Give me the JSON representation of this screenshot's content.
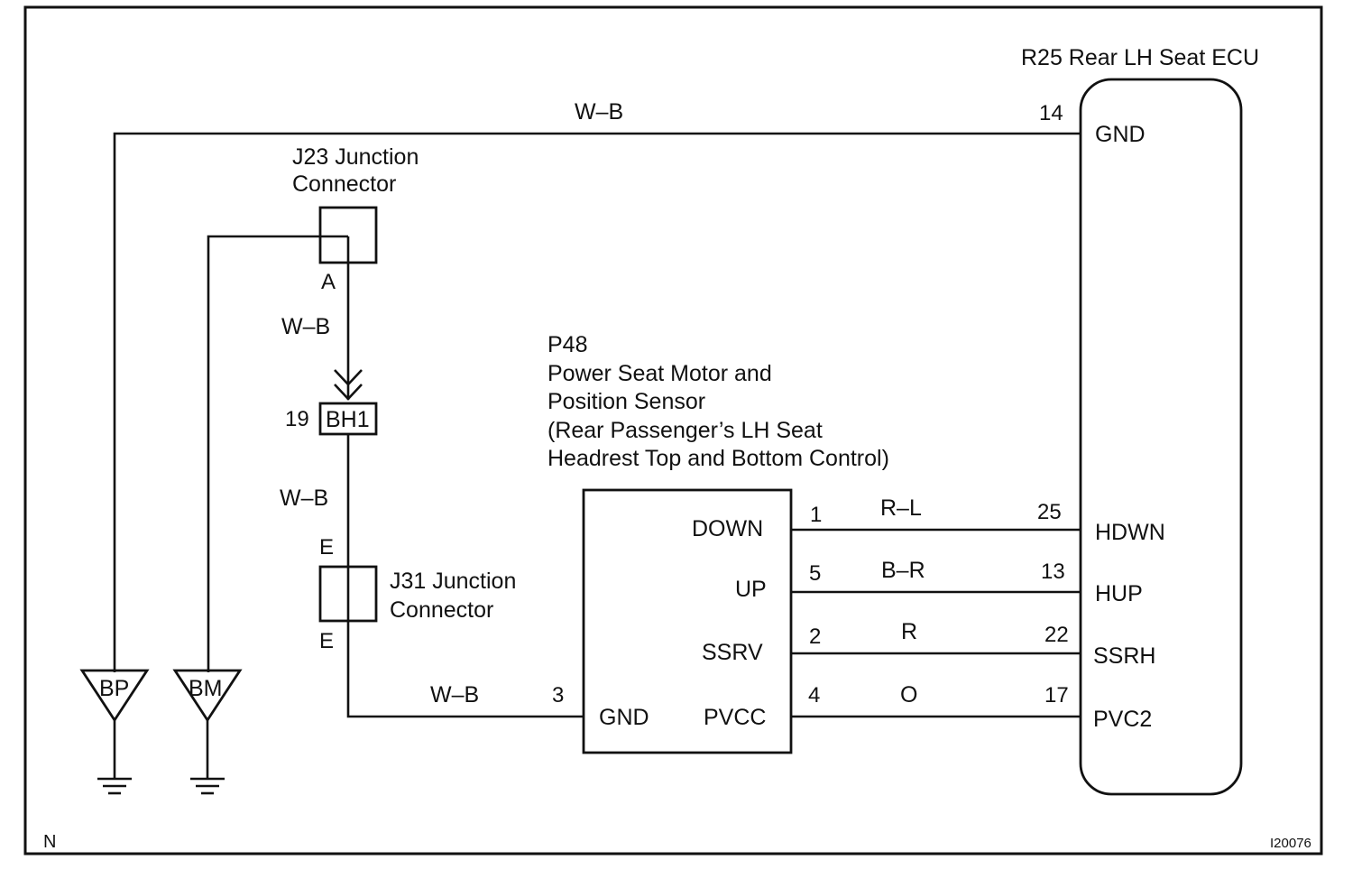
{
  "frame": {
    "corner_code": "N",
    "figure_id": "I20076"
  },
  "ecu": {
    "title": "R25 Rear LH Seat ECU",
    "pins": [
      {
        "num": "14",
        "name": "GND"
      },
      {
        "num": "25",
        "name": "HDWN"
      },
      {
        "num": "13",
        "name": "HUP"
      },
      {
        "num": "22",
        "name": "SSRH"
      },
      {
        "num": "17",
        "name": "PVC2"
      }
    ]
  },
  "motor": {
    "code": "P48",
    "title_lines": [
      "Power Seat Motor and",
      "Position Sensor",
      "(Rear Passenger’s LH Seat",
      "Headrest Top and Bottom Control)"
    ],
    "pins": [
      {
        "num": "1",
        "name": "DOWN"
      },
      {
        "num": "5",
        "name": "UP"
      },
      {
        "num": "2",
        "name": "SSRV"
      },
      {
        "num": "4",
        "name": "PVCC"
      },
      {
        "num": "3",
        "name": "GND"
      }
    ]
  },
  "wires": {
    "top_ground": "W–B",
    "j23_to_bh1": "W–B",
    "bh1_to_j31": "W–B",
    "j31_to_motor": "W–B",
    "down": "R–L",
    "up": "B–R",
    "ssrv": "R",
    "pvcc": "O"
  },
  "j23": {
    "title_lines": [
      "J23 Junction",
      "Connector"
    ],
    "pin": "A"
  },
  "connector_bh1": {
    "code": "BH1",
    "pin": "19"
  },
  "j31": {
    "title_lines": [
      "J31 Junction",
      "Connector"
    ],
    "pin_top": "E",
    "pin_bottom": "E"
  },
  "grounds": [
    {
      "label": "BP"
    },
    {
      "label": "BM"
    }
  ]
}
